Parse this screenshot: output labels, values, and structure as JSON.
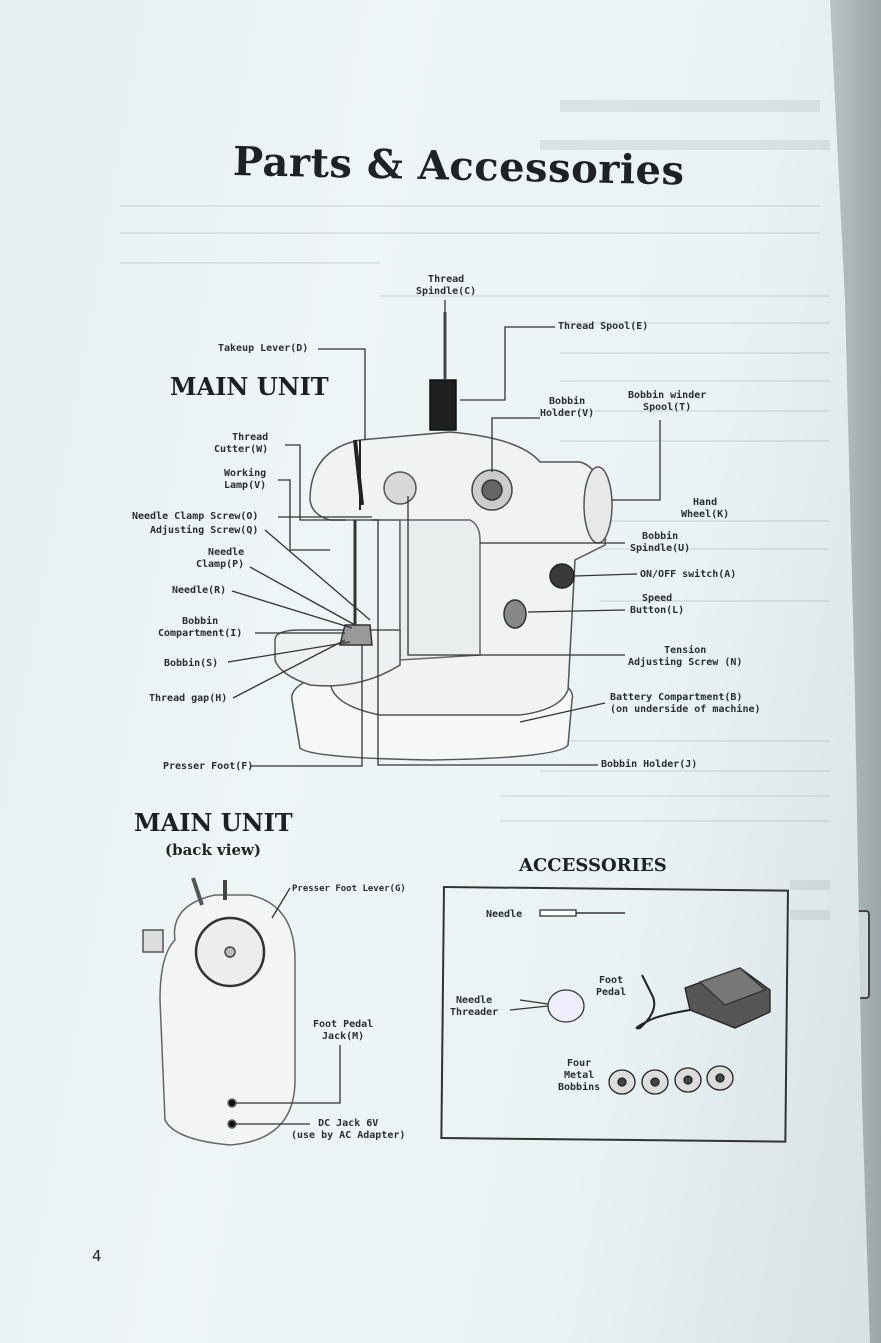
{
  "page": {
    "title": "Parts & Accessories",
    "page_number": "4"
  },
  "main_unit": {
    "heading": "MAIN UNIT",
    "labels": {
      "thread_spindle_1": "Thread",
      "thread_spindle_2": "Spindle(C)",
      "thread_spool": "Thread Spool(E)",
      "takeup_lever": "Takeup Lever(D)",
      "bobbin_holder_v_1": "Bobbin",
      "bobbin_holder_v_2": "Holder(V)",
      "bobbin_winder_1": "Bobbin winder",
      "bobbin_winder_2": "Spool(T)",
      "thread_cutter_1": "Thread",
      "thread_cutter_2": "Cutter(W)",
      "working_lamp_1": "Working",
      "working_lamp_2": "Lamp(V)",
      "hand_wheel_1": "Hand",
      "hand_wheel_2": "Wheel(K)",
      "needle_clamp_screw": "Needle Clamp Screw(O)",
      "adjusting_screw": "Adjusting Screw(Q)",
      "needle_clamp_1": "Needle",
      "needle_clamp_2": "Clamp(P)",
      "bobbin_spindle_1": "Bobbin",
      "bobbin_spindle_2": "Spindle(U)",
      "on_off_switch": "ON/OFF switch(A)",
      "needle": "Needle(R)",
      "speed_button_1": "Speed",
      "speed_button_2": "Button(L)",
      "bobbin_compartment_1": "Bobbin",
      "bobbin_compartment_2": "Compartment(I)",
      "tension_1": "Tension",
      "tension_2": "Adjusting Screw (N)",
      "bobbin": "Bobbin(S)",
      "thread_gap": "Thread gap(H)",
      "battery_1": "Battery Compartment(B)",
      "battery_2": "(on underside of machine)",
      "presser_foot": "Presser Foot(F)",
      "bobbin_holder_j": "Bobbin Holder(J)"
    }
  },
  "back_view": {
    "heading": "MAIN UNIT",
    "caption": "(back view)",
    "labels": {
      "presser_foot_lever": "Presser Foot Lever(G)",
      "foot_pedal_jack_1": "Foot Pedal",
      "foot_pedal_jack_2": "Jack(M)",
      "dc_jack_1": "DC Jack 6V",
      "dc_jack_2": "(use by AC Adapter)"
    }
  },
  "accessories": {
    "heading": "ACCESSORIES",
    "needle": "Needle",
    "needle_threader_1": "Needle",
    "needle_threader_2": "Threader",
    "foot_pedal_1": "Foot",
    "foot_pedal_2": "Pedal",
    "bobbins_1": "Four",
    "bobbins_2": "Metal",
    "bobbins_3": "Bobbins"
  }
}
